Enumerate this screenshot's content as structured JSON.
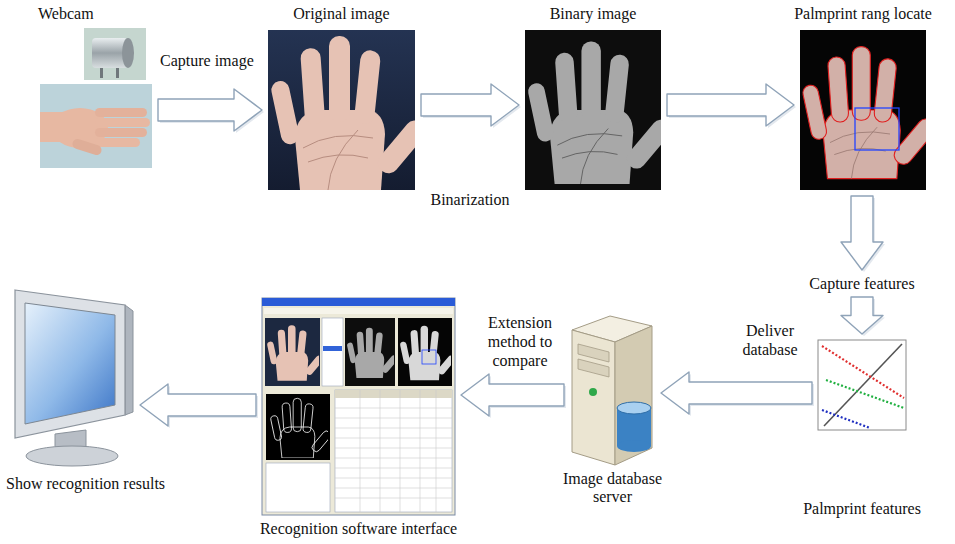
{
  "diagram": {
    "nodes": [
      {
        "text": [
          "Webcam"
        ]
      },
      {
        "text": [
          "Original image"
        ]
      },
      {
        "text": [
          "Binary image"
        ]
      },
      {
        "text": [
          "Palmprint rang locate"
        ]
      },
      {
        "text": [
          "Palmprint features"
        ]
      },
      {
        "text": [
          "Image database server"
        ]
      },
      {
        "text": [
          "Recognition software interface"
        ]
      },
      {
        "text": [
          "Show recognition results"
        ]
      }
    ],
    "edges": [
      {
        "from": 0,
        "to": 1,
        "arrow": "to",
        "label": "Capture image"
      },
      {
        "from": 1,
        "to": 2,
        "arrow": "to",
        "label": "Binarization"
      },
      {
        "from": 2,
        "to": 3,
        "arrow": "to"
      },
      {
        "from": 3,
        "to": 4,
        "arrow": "to",
        "label": "Capture features"
      },
      {
        "from": 4,
        "to": 5,
        "arrow": "to",
        "label": "Deliver database"
      },
      {
        "from": 5,
        "to": 6,
        "arrow": "to",
        "label": "Extension method to compare"
      },
      {
        "from": 6,
        "to": 7,
        "arrow": "to"
      }
    ]
  }
}
